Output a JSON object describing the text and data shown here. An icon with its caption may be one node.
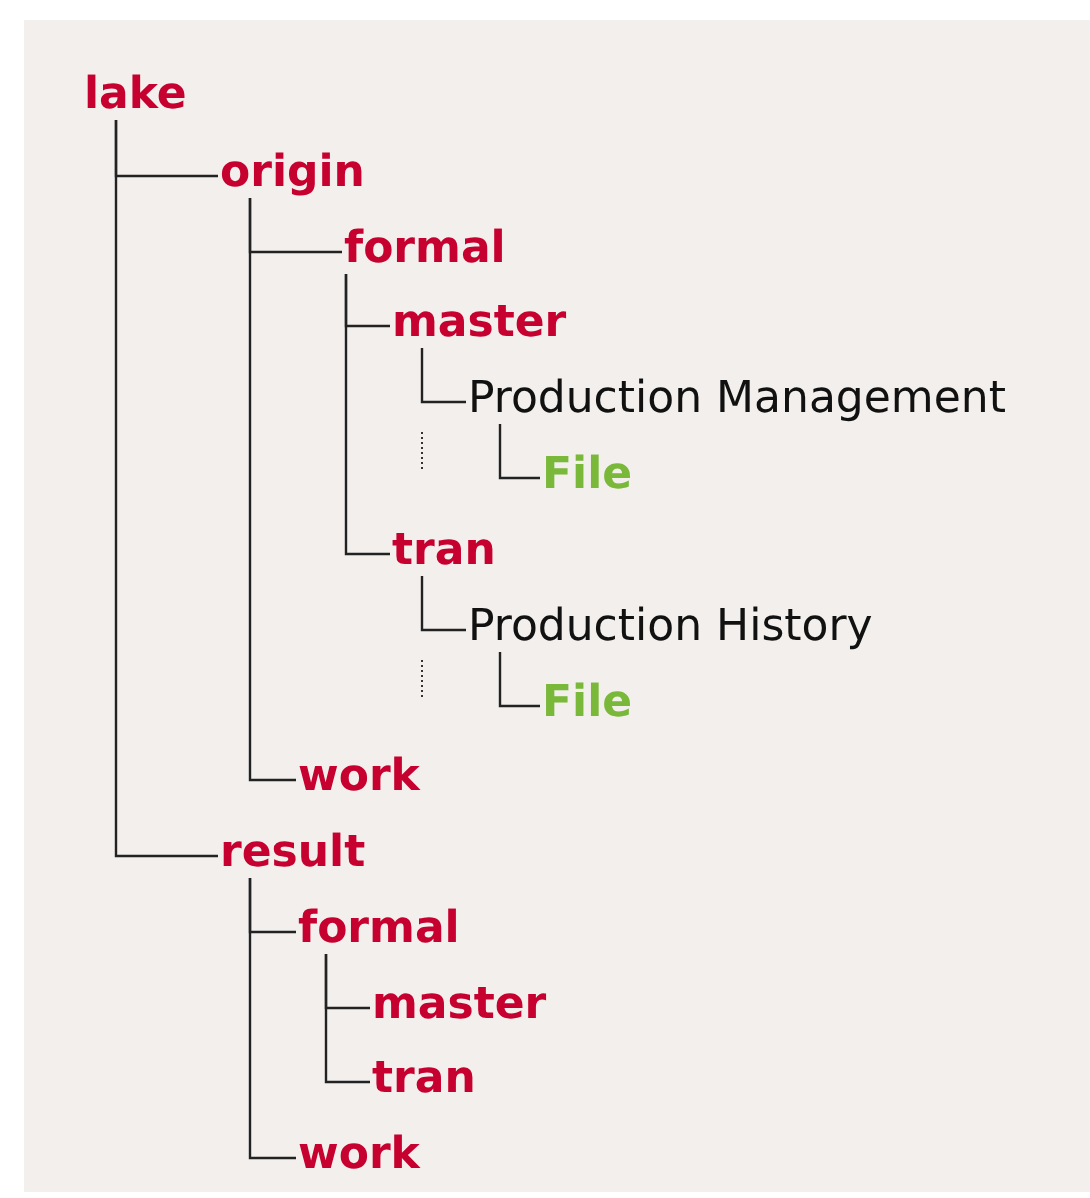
{
  "diagram": {
    "nodes": [
      {
        "text": [
          "lake"
        ]
      },
      {
        "text": [
          "origin"
        ]
      },
      {
        "text": [
          "formal"
        ]
      },
      {
        "text": [
          "master"
        ]
      },
      {
        "text": [
          "Production Management"
        ]
      },
      {
        "text": [
          "File"
        ]
      },
      {
        "text": [
          "tran"
        ]
      },
      {
        "text": [
          "Production History"
        ]
      },
      {
        "text": [
          "File"
        ]
      },
      {
        "text": [
          "work"
        ]
      },
      {
        "text": [
          "result"
        ]
      },
      {
        "text": [
          "formal"
        ]
      },
      {
        "text": [
          "master"
        ]
      },
      {
        "text": [
          "tran"
        ]
      },
      {
        "text": [
          "work"
        ]
      }
    ],
    "edges": [
      {
        "from": 0,
        "to": 1,
        "arrow": "none"
      },
      {
        "from": 1,
        "to": 2,
        "arrow": "none"
      },
      {
        "from": 2,
        "to": 3,
        "arrow": "none"
      },
      {
        "from": 3,
        "to": 4,
        "arrow": "none"
      },
      {
        "from": 4,
        "to": 5,
        "arrow": "none"
      },
      {
        "from": 2,
        "to": 6,
        "arrow": "none"
      },
      {
        "from": 6,
        "to": 7,
        "arrow": "none"
      },
      {
        "from": 7,
        "to": 8,
        "arrow": "none"
      },
      {
        "from": 1,
        "to": 9,
        "arrow": "none"
      },
      {
        "from": 0,
        "to": 10,
        "arrow": "none"
      },
      {
        "from": 10,
        "to": 11,
        "arrow": "none"
      },
      {
        "from": 11,
        "to": 12,
        "arrow": "none"
      },
      {
        "from": 11,
        "to": 13,
        "arrow": "none"
      },
      {
        "from": 10,
        "to": 14,
        "arrow": "none"
      }
    ]
  }
}
